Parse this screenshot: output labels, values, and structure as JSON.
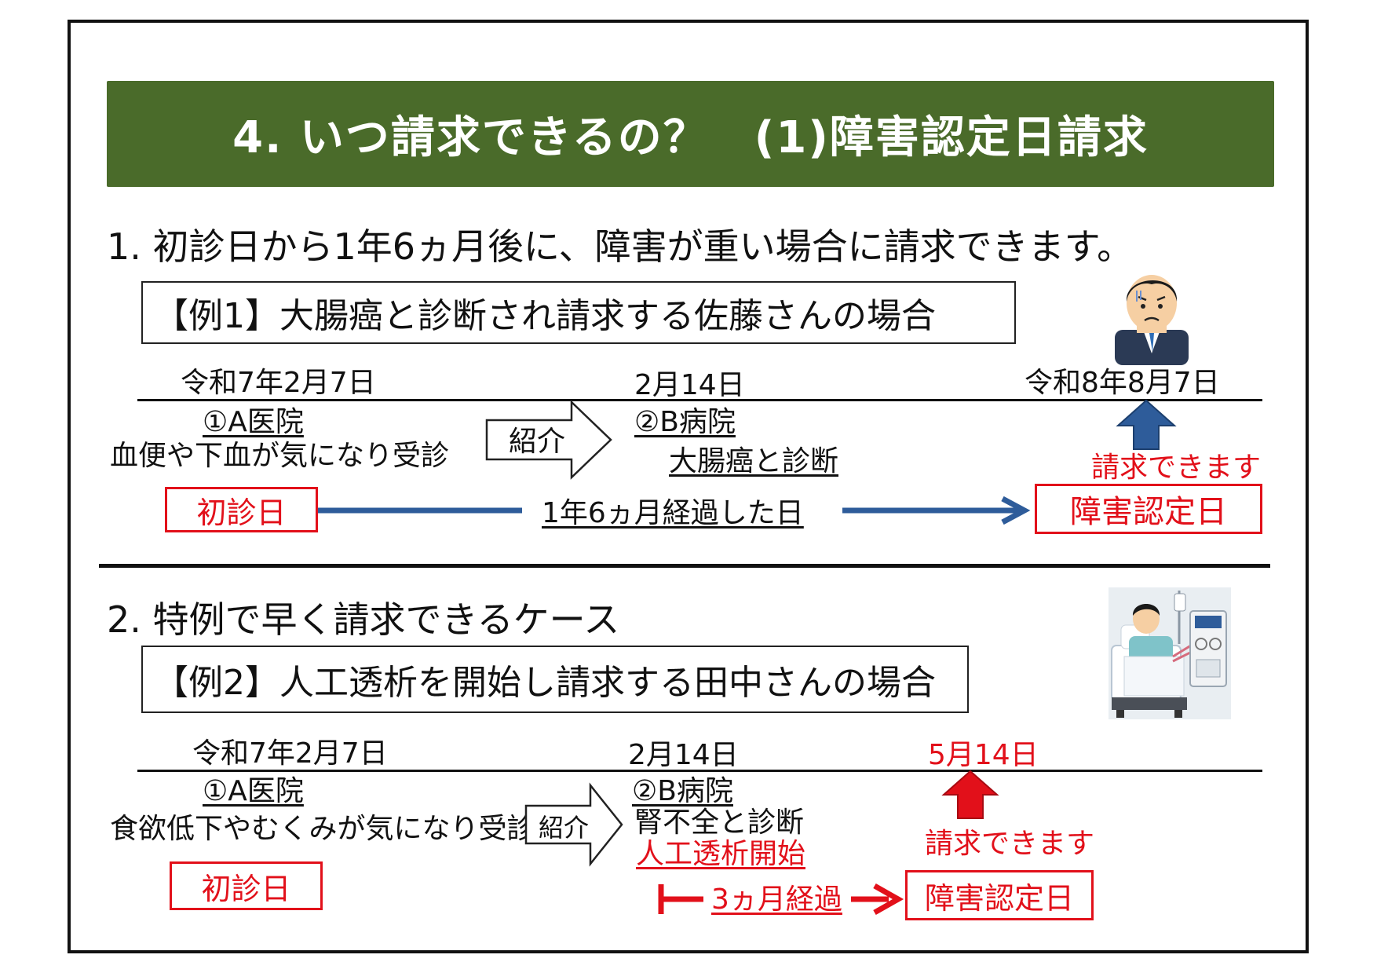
{
  "title": "4. いつ請求できるの？　(1)障害認定日請求",
  "section1": {
    "heading": "1. 初診日から1年6ヵ月後に、障害が重い場合に請求できます。",
    "example_label": "【例1】大腸癌と診断され請求する佐藤さんの場合",
    "date_first": "令和7年2月7日",
    "date_second": "2月14日",
    "date_third": "令和8年8月7日",
    "hospital_a": "①A医院",
    "symptom": "血便や下血が気になり受診",
    "referral": "紹介",
    "hospital_b": "②B病院",
    "diagnosis": "大腸癌と診断",
    "claim_text": "請求できます",
    "first_visit": "初診日",
    "elapsed": "1年6ヵ月経過した日",
    "recognition_date": "障害認定日",
    "colors": {
      "arrow": "#2e5c9a",
      "accent_red": "#e2101a"
    }
  },
  "section2": {
    "heading": "2. 特例で早く請求できるケース",
    "example_label": "【例2】人工透析を開始し請求する田中さんの場合",
    "date_first": "令和7年2月7日",
    "date_second": "2月14日",
    "date_third": "5月14日",
    "hospital_a": "①A医院",
    "symptom": "食欲低下やむくみが気になり受診",
    "referral": "紹介",
    "hospital_b": "②B病院",
    "diagnosis": "腎不全と診断",
    "dialysis": "人工透析開始",
    "claim_text": "請求できます",
    "first_visit": "初診日",
    "elapsed": "3ヵ月経過",
    "recognition_date": "障害認定日",
    "colors": {
      "arrow": "#e2101a"
    }
  },
  "illustrations": {
    "worried_man": "worried-man-illustration",
    "dialysis_patient": "dialysis-patient-illustration"
  }
}
